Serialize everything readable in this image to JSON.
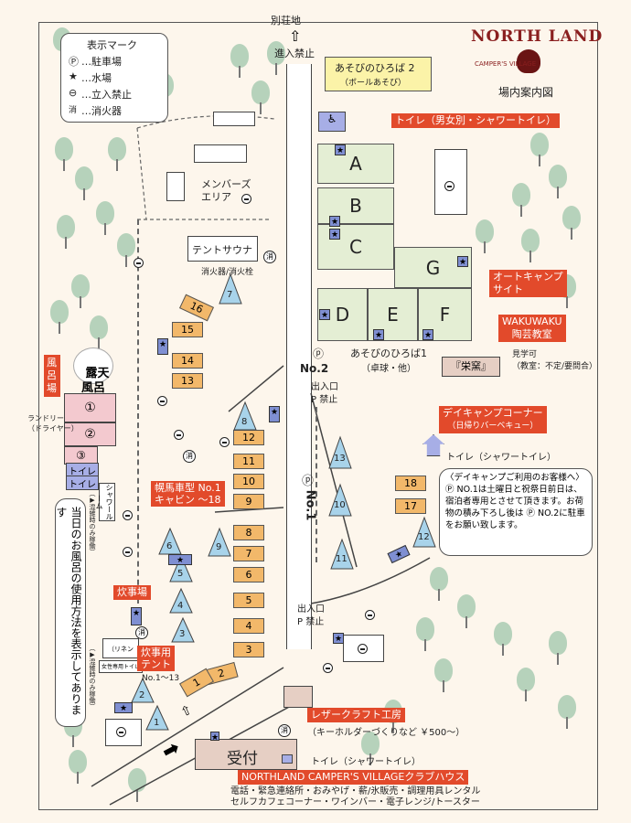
{
  "legend": {
    "title": "表示マーク",
    "items": [
      {
        "icon": "parking-icon",
        "symbol": "Ⓟ",
        "label": "…駐車場"
      },
      {
        "icon": "water-icon",
        "symbol": "★",
        "label": "…水場"
      },
      {
        "icon": "no-entry-icon",
        "symbol": "⊖",
        "label": "…立入禁止"
      },
      {
        "icon": "extinguisher-icon",
        "symbol": "消",
        "label": "…消火器"
      }
    ]
  },
  "brand": {
    "name": "NORTH LAND",
    "sub": "CAMPER'S VILLAGE",
    "map_title": "場内案内図"
  },
  "top": {
    "destination": "別荘地",
    "no_entry": "進入禁止"
  },
  "areas": {
    "play2_title": "あそびのひろば 2",
    "play2_sub": "（ボールあそび）",
    "play1_title": "あそびのひろば1",
    "play1_sub": "（卓球・他）",
    "members": "メンバーズ\nエリア",
    "tent_sauna": "テントサウナ",
    "extinguisher_hydrant": "消火器/消火栓",
    "outdoor_bath": "露天\n風呂",
    "laundry": "ランドリー\n（ドライヤー）",
    "shower": "シャワールーム",
    "shower_note": "（▶混雑時のみ稼働）",
    "linen": "（リネン室）",
    "womens_toilet": "女性専用トイレ",
    "womens_note": "（▶混雑時のみ稼働）",
    "toilet1": "トイレ",
    "toilet2": "トイレ"
  },
  "sites": [
    "A",
    "B",
    "C",
    "D",
    "E",
    "F",
    "G"
  ],
  "cabins_left": [
    "16",
    "15",
    "14",
    "13"
  ],
  "cabins_mid": [
    "12",
    "11",
    "10",
    "9",
    "8",
    "7",
    "6",
    "5",
    "4",
    "3",
    "2",
    "1"
  ],
  "cabins_right": [
    "18",
    "17"
  ],
  "tents": [
    "13",
    "12",
    "11",
    "10",
    "9",
    "8",
    "7",
    "6",
    "5",
    "4",
    "3",
    "2",
    "1"
  ],
  "baths": [
    "①",
    "②",
    "③"
  ],
  "parking": {
    "no1": "No.1",
    "no2": "No.2",
    "entrance": "出入口",
    "no_park": "P 禁止"
  },
  "callouts": {
    "toilet_main": "トイレ（男女別・シャワートイレ）",
    "auto_camp": "オートキャンプ\nサイト",
    "wakuwaku_title": "WAKUWAKU",
    "wakuwaku": "陶芸教室",
    "kengaku": "見学可\n（教室：不定/要問合）",
    "eigama": "『栄窯』",
    "day_camp": "デイキャンプコーナー",
    "day_camp_sub": "（日帰りバーベキュー）",
    "toilet_shower": "トイレ（シャワートイレ）",
    "bath": "風呂場",
    "horse_cabin": "幌馬車型 No.1\nキャビン ～18",
    "kitchen": "炊事場",
    "kitchen_tent": "炊事用\nテント",
    "kitchen_tent_no": "No.1～13",
    "leather": "レザークラフト工房",
    "leather_sub": "（キーホルダーづくりなど ￥500～）",
    "reception": "受付",
    "toilet_reception": "トイレ（シャワートイレ）",
    "clubhouse": "NORTHLAND CAMPER'S VILLAGEクラブハウス",
    "clubhouse_services": "電話・緊急連絡所・おみやげ・薪/氷販売・調理用具レンタル\nセルフカフェコーナー・ワインバー・電子レンジ/トースター",
    "bath_note": "当日のお風呂の使用方法を表示してあります"
  },
  "day_camp_notice": {
    "heading": "〈デイキャンプご利用のお客様へ〉",
    "body": "Ⓟ NO.1は土曜日と祝祭日前日は、宿泊者専用とさせて頂きます。お荷物の積み下ろし後は Ⓟ NO.2に駐車をお願い致します。"
  },
  "colors": {
    "red": "#e24a2b",
    "site_green": "#e4eed4",
    "cabin": "#f2b86a",
    "tent": "#a8d3ea",
    "bath": "#f3c9cf",
    "tree": "#b6d2bb",
    "water": "#7f8fd2"
  }
}
